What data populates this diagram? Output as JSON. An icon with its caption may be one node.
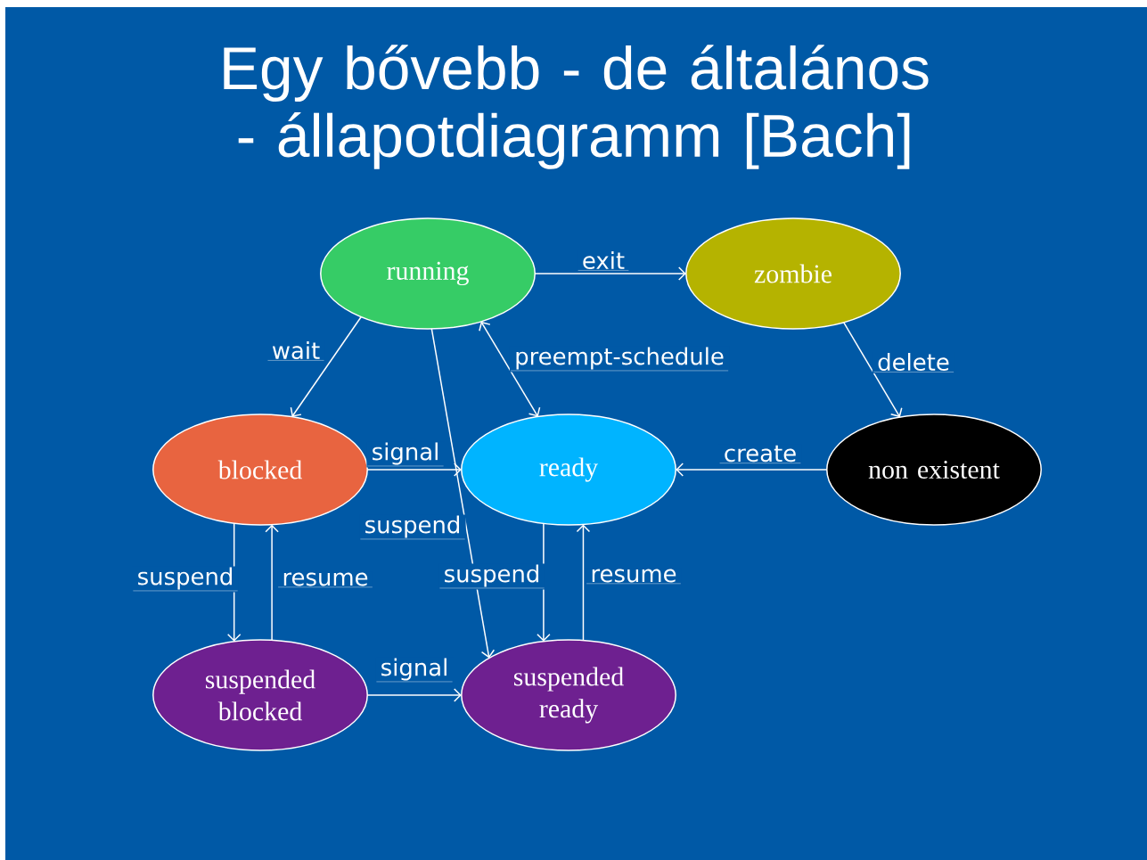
{
  "diagram": {
    "title": "Egy bővebb - de általános - állapotdiagramm [Bach]",
    "nodes": [
      {
        "text": [
          "running"
        ]
      },
      {
        "text": [
          "zombie"
        ]
      },
      {
        "text": [
          "blocked"
        ]
      },
      {
        "text": [
          "ready"
        ]
      },
      {
        "text": [
          "non existent"
        ]
      },
      {
        "text": [
          "suspended blocked"
        ]
      },
      {
        "text": [
          "suspended ready"
        ]
      }
    ],
    "edges": [
      {
        "from": 0,
        "to": 1,
        "arrow": "to",
        "label": "exit"
      },
      {
        "from": 0,
        "to": 2,
        "arrow": "to",
        "label": "wait"
      },
      {
        "from": 0,
        "to": 3,
        "arrow": "both",
        "label": "preempt-schedule"
      },
      {
        "from": 1,
        "to": 4,
        "arrow": "to",
        "label": "delete"
      },
      {
        "from": 2,
        "to": 3,
        "arrow": "to",
        "label": "signal"
      },
      {
        "from": 4,
        "to": 3,
        "arrow": "to",
        "label": "create"
      },
      {
        "from": 0,
        "to": 6,
        "arrow": "to",
        "label": "suspend"
      },
      {
        "from": 2,
        "to": 5,
        "arrow": "to",
        "label": "suspend"
      },
      {
        "from": 5,
        "to": 2,
        "arrow": "to",
        "label": "resume"
      },
      {
        "from": 3,
        "to": 6,
        "arrow": "to",
        "label": "suspend"
      },
      {
        "from": 6,
        "to": 3,
        "arrow": "to",
        "label": "resume"
      },
      {
        "from": 5,
        "to": 6,
        "arrow": "to",
        "label": "signal"
      }
    ]
  }
}
